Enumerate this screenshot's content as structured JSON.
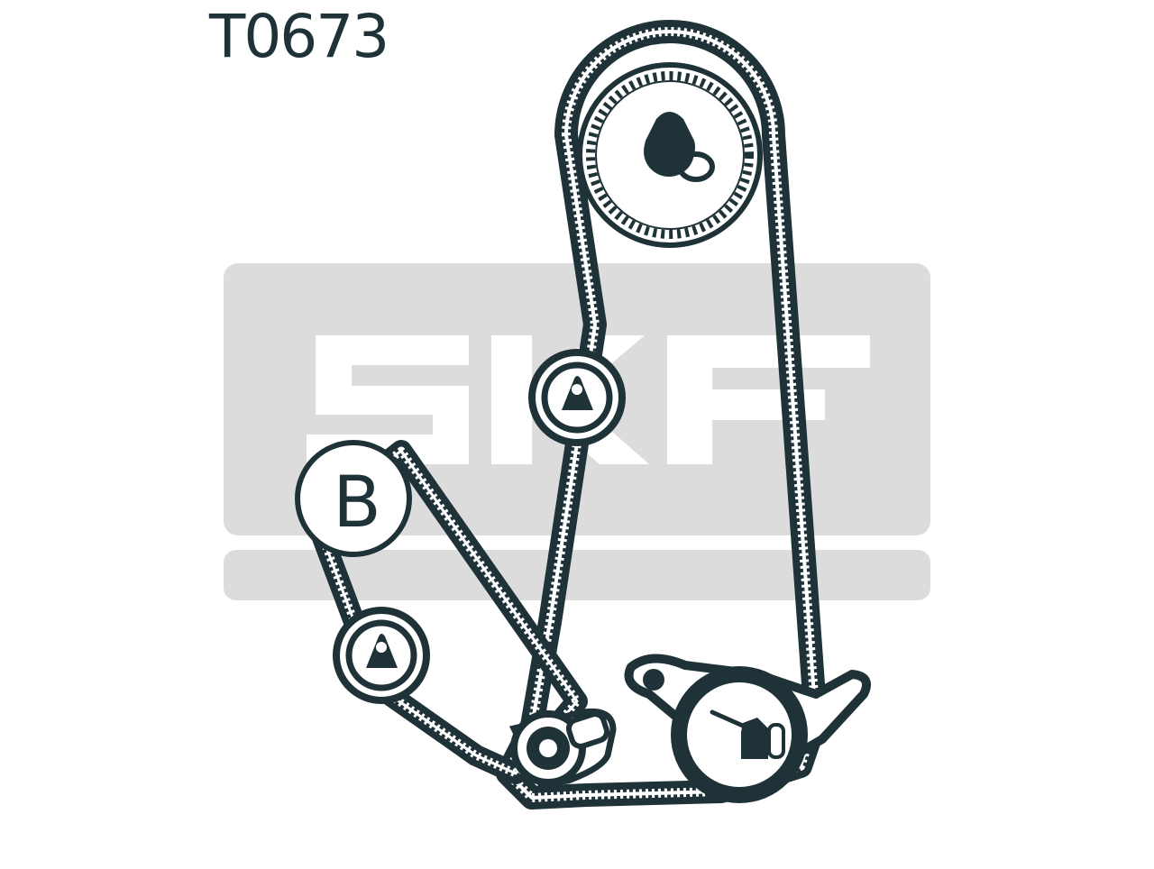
{
  "part_code": "T0673",
  "circle_label": "B",
  "watermark": {
    "text": "SKF",
    "color": "#dcdcdc"
  },
  "colors": {
    "ink": "#1e3238",
    "paper": "#ffffff",
    "watermark": "#dcdcdc"
  },
  "icons": [
    "camshaft-pulley-icon",
    "idler-pulley-icon",
    "balance-shaft-pulley-icon",
    "crankshaft-pulley-icon",
    "tensioner-icon",
    "oil-pump-icon"
  ]
}
